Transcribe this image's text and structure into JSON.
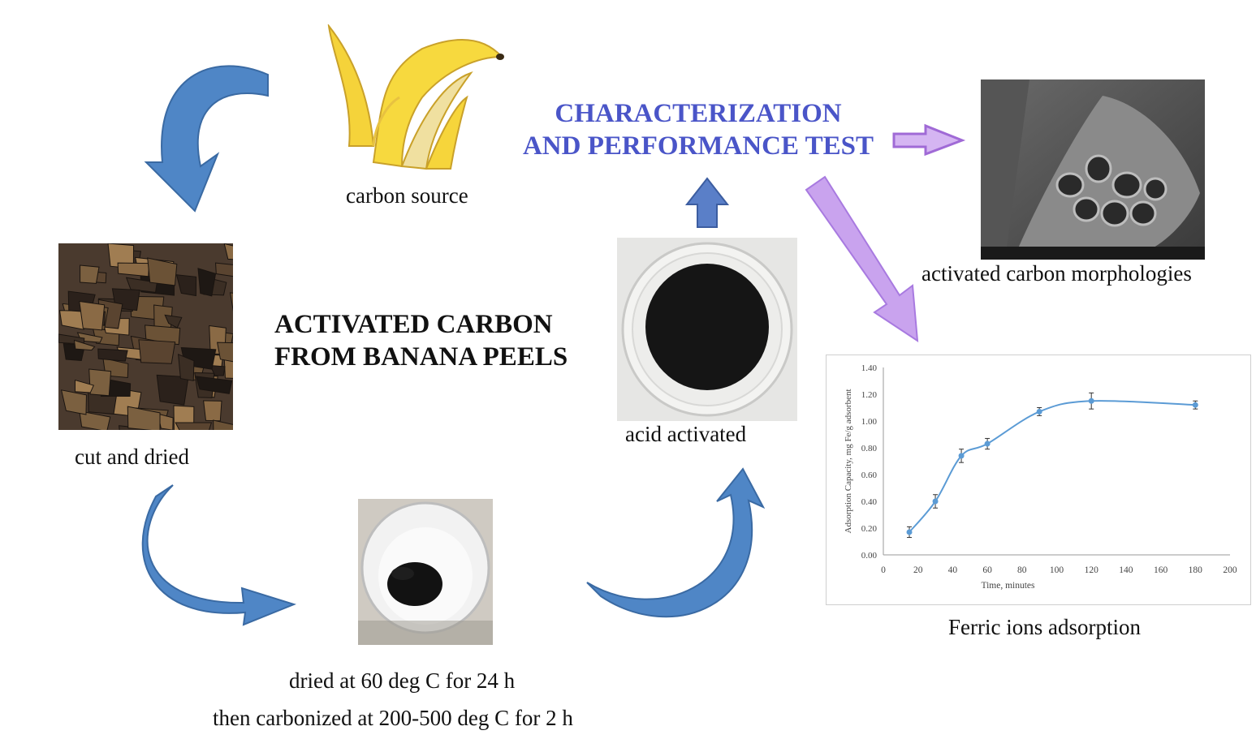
{
  "titles": {
    "main_line1": "ACTIVATED CARBON",
    "main_line2": "FROM BANANA PEELS",
    "char_line1": "CHARACTERIZATION",
    "char_line2": "AND PERFORMANCE TEST"
  },
  "captions": {
    "carbon_source": "carbon source",
    "cut_dried": "cut and dried",
    "dried_line1": "dried at 60 deg C for 24 h",
    "dried_line2": "then carbonized at 200-500 deg C for 2 h",
    "acid_activated": "acid activated",
    "morphologies": "activated carbon morphologies",
    "adsorption": "Ferric ions adsorption"
  },
  "colors": {
    "cycle_arrow": "#4f86c6",
    "char_title": "#4a55c8",
    "purple_arrow": "#c9a3ee",
    "series": "#5b9bd5"
  },
  "chart_data": {
    "type": "line",
    "xlabel": "Time, minutes",
    "ylabel": "Adsorption Capacity, mg Fe/g adsorbent",
    "xlim": [
      0,
      200
    ],
    "ylim": [
      0,
      1.4
    ],
    "x_ticks": [
      "0",
      "20",
      "40",
      "60",
      "80",
      "100",
      "120",
      "140",
      "160",
      "180",
      "200"
    ],
    "y_ticks": [
      "0.00",
      "0.20",
      "0.40",
      "0.60",
      "0.80",
      "1.00",
      "1.20",
      "1.40"
    ],
    "grid": false,
    "series": [
      {
        "x": [
          15,
          30,
          45,
          60,
          90,
          120,
          180
        ],
        "y": [
          0.17,
          0.4,
          0.74,
          0.83,
          1.07,
          1.15,
          1.12
        ],
        "err": [
          0.04,
          0.05,
          0.05,
          0.04,
          0.03,
          0.06,
          0.03
        ]
      }
    ]
  }
}
